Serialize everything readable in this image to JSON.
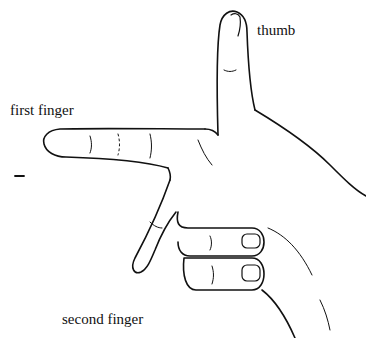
{
  "diagram": {
    "labels": [
      "thumb",
      "first finger",
      "second finger"
    ]
  }
}
